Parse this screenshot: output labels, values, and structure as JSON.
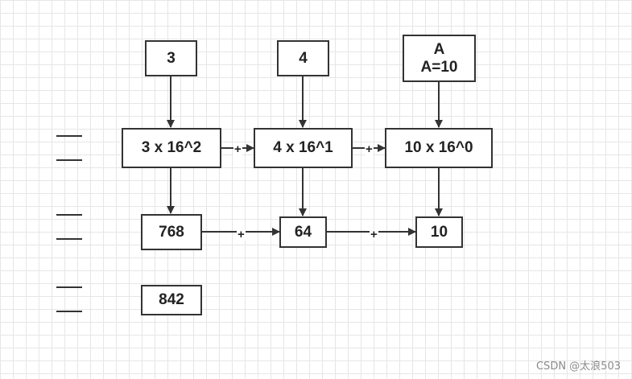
{
  "diagram": {
    "inputs": {
      "digit_1": "3",
      "digit_2": "4",
      "digit_3_symbol": "A",
      "digit_3_value": "A=10"
    },
    "weights": {
      "w1": "3 x 16^2",
      "w2": "4 x 16^1",
      "w3": "10 x 16^0"
    },
    "results": {
      "r1": "768",
      "r2": "64",
      "r3": "10"
    },
    "total": "842",
    "operator": "+"
  },
  "watermark": "CSDN @太浪503",
  "colors": {
    "stroke": "#333333",
    "grid": "#e6e6e6",
    "text": "#222222"
  }
}
